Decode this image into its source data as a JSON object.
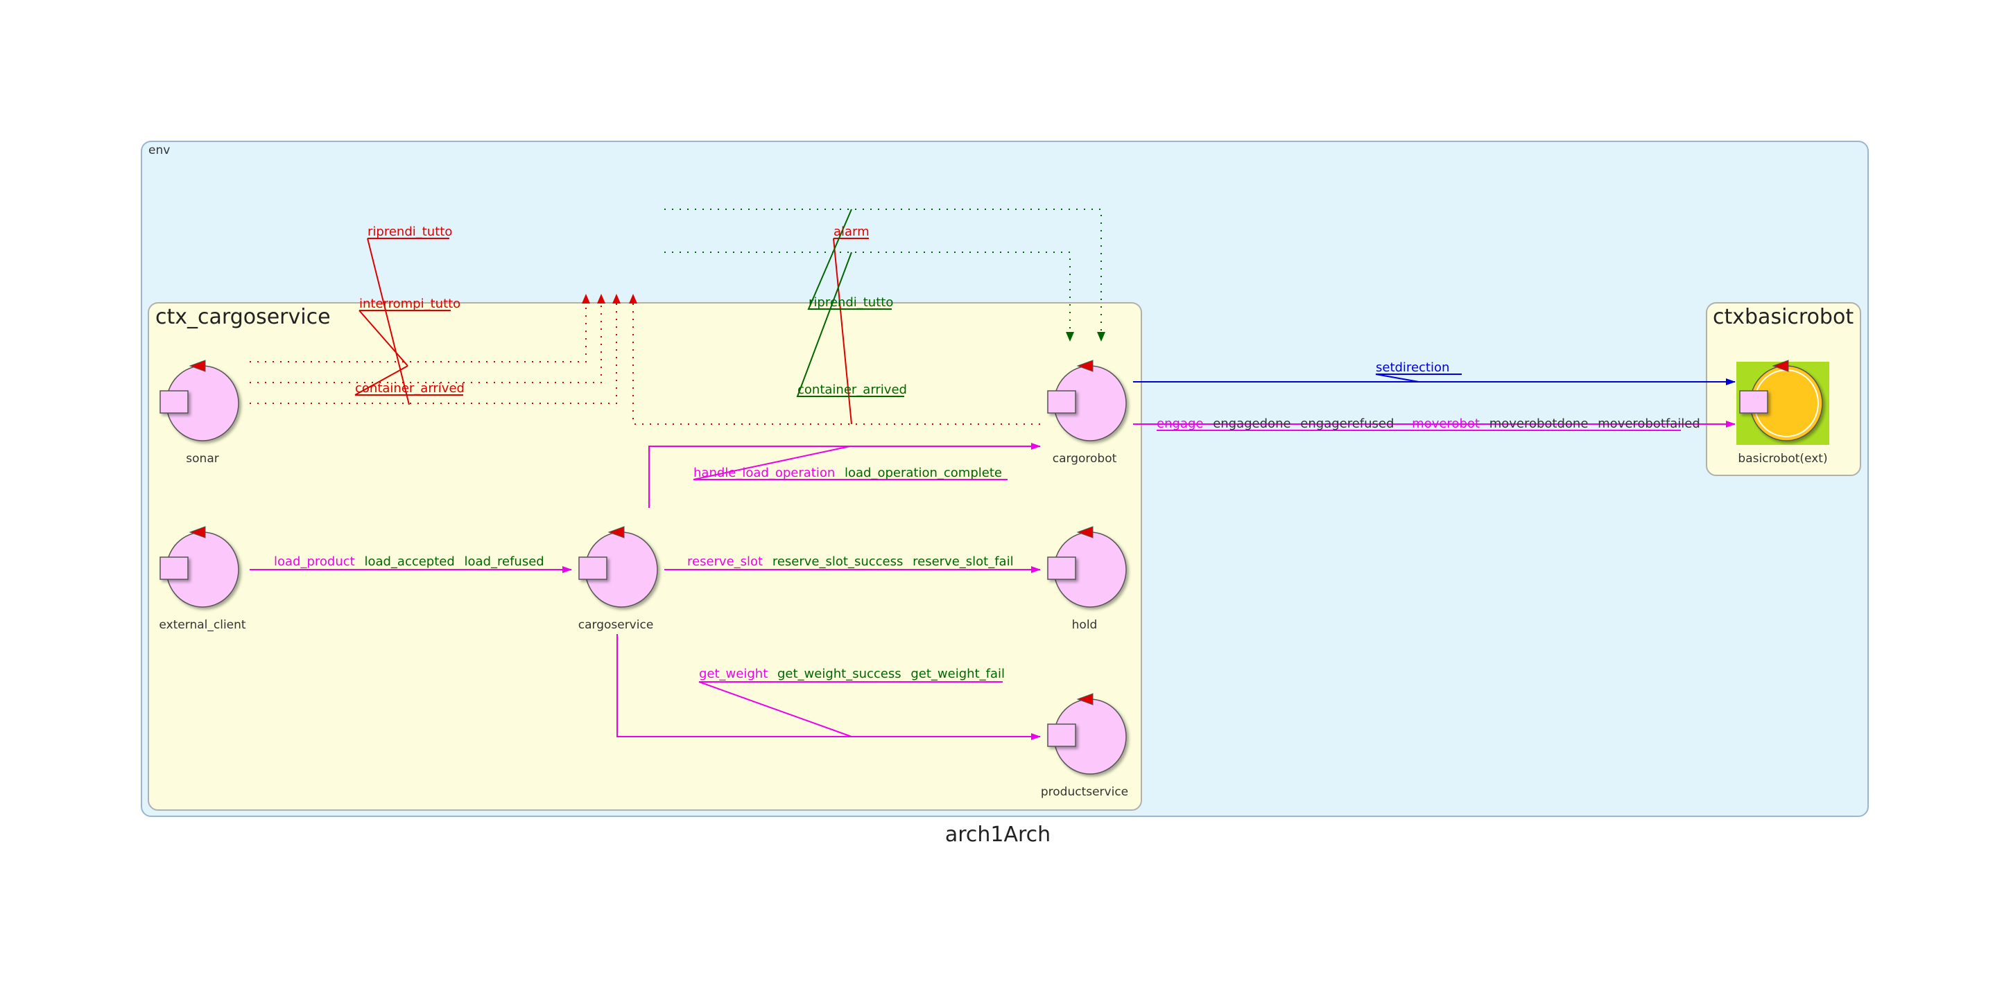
{
  "title": "arch1Arch",
  "colors": {
    "env_fill": "#e1f3fb",
    "env_stroke": "#9ab6cf",
    "ctx_fill": "#fdfddd",
    "ctx_stroke": "#b0b0b0",
    "actor_fill": "#fcc8fc",
    "event": "#dd0000",
    "reply": "#006600",
    "request": "#ee00ee",
    "dispatch": "#0000dd",
    "basicrobot_bg": "#aadd22",
    "basicrobot_body": "#ffc61a"
  },
  "env": {
    "label": "env"
  },
  "contexts": {
    "ctx_cargoservice": "ctx_cargoservice",
    "ctxbasicrobot": "ctxbasicrobot"
  },
  "actors": {
    "sonar": "sonar",
    "external_client": "external_client",
    "cargoservice": "cargoservice",
    "cargorobot": "cargorobot",
    "hold": "hold",
    "productservice": "productservice",
    "basicrobot": "basicrobot(ext)"
  },
  "messages": {
    "riprendi_tutto_event": "riprendi_tutto",
    "interrompi_tutto": "interrompi_tutto",
    "container_arrived_event": "container_arrived",
    "alarm": "alarm",
    "riprendi_tutto_green": "riprendi_tutto",
    "container_arrived_green": "container_arrived",
    "handle_load_operation": "handle_load_operation",
    "load_operation_complete": "load_operation_complete",
    "load_product": "load_product",
    "load_accepted": "load_accepted",
    "load_refused": "load_refused",
    "reserve_slot": "reserve_slot",
    "reserve_slot_success": "reserve_slot_success",
    "reserve_slot_fail": "reserve_slot_fail",
    "get_weight": "get_weight",
    "get_weight_success": "get_weight_success",
    "get_weight_fail": "get_weight_fail",
    "setdirection": "setdirection",
    "engage": "engage",
    "engagedone": "engagedone",
    "engagerefused": "engagerefused",
    "moverobot": "moverobot",
    "moverobotdone": "moverobotdone",
    "moverobotfailed": "moverobotfailed"
  }
}
